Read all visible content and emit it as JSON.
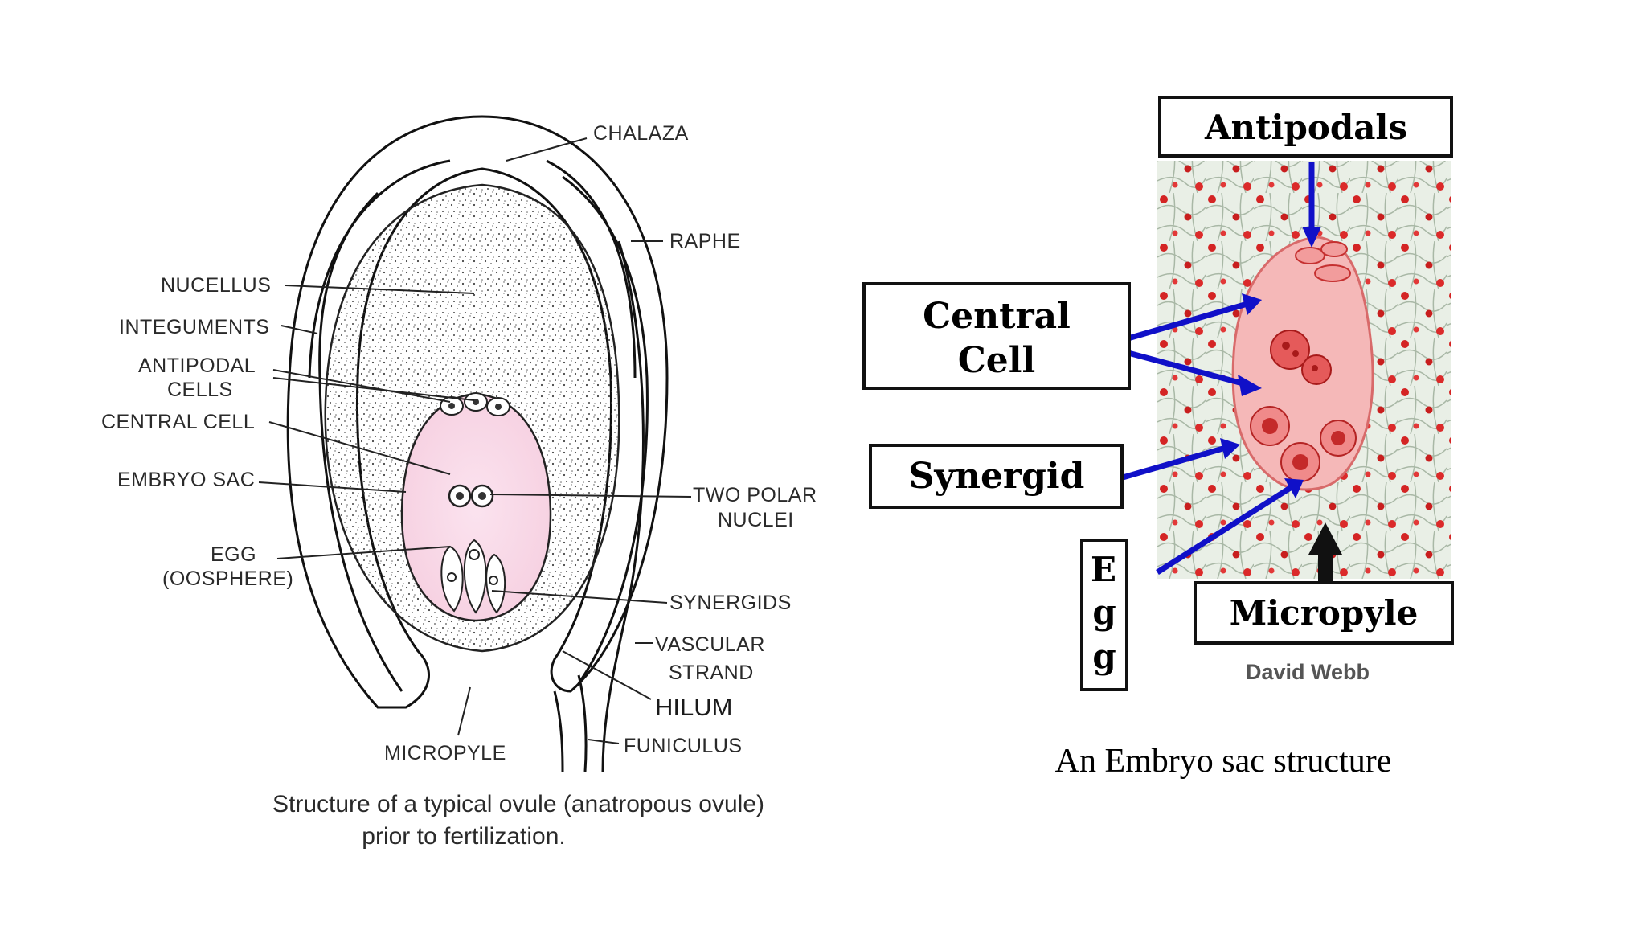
{
  "ovule_diagram": {
    "labels": {
      "chalaza": "CHALAZA",
      "raphe": "RAPHE",
      "nucellus": "NUCELLUS",
      "integuments": "INTEGUMENTS",
      "antipodal_1": "ANTIPODAL",
      "antipodal_2": "CELLS",
      "central_cell": "CENTRAL CELL",
      "embryo_sac": "EMBRYO SAC",
      "egg_1": "EGG",
      "egg_2": "(OOSPHERE)",
      "polar_1": "TWO POLAR",
      "polar_2": "NUCLEI",
      "synergids": "SYNERGIDS",
      "vascular_1": "VASCULAR",
      "vascular_2": "STRAND",
      "hilum": "HILUM",
      "micropyle": "MICROPYLE",
      "funiculus": "FUNICULUS"
    },
    "caption_line1": "Structure of a typical ovule (anatropous ovule)",
    "caption_line2": "prior to fertilization."
  },
  "embryo_sac_photo": {
    "labels": {
      "antipodals": "Antipodals",
      "central_1": "Central",
      "central_2": "Cell",
      "synergid": "Synergid",
      "egg_e": "E",
      "egg_g1": "g",
      "egg_g2": "g",
      "micropyle": "Micropyle"
    },
    "credit": "David Webb",
    "caption": "An Embryo sac structure",
    "colors": {
      "arrow": "#1010c8",
      "tissue_background": "#e6ece4",
      "cells": "#d62020",
      "embryo_sac": "#f5b8b8"
    }
  }
}
